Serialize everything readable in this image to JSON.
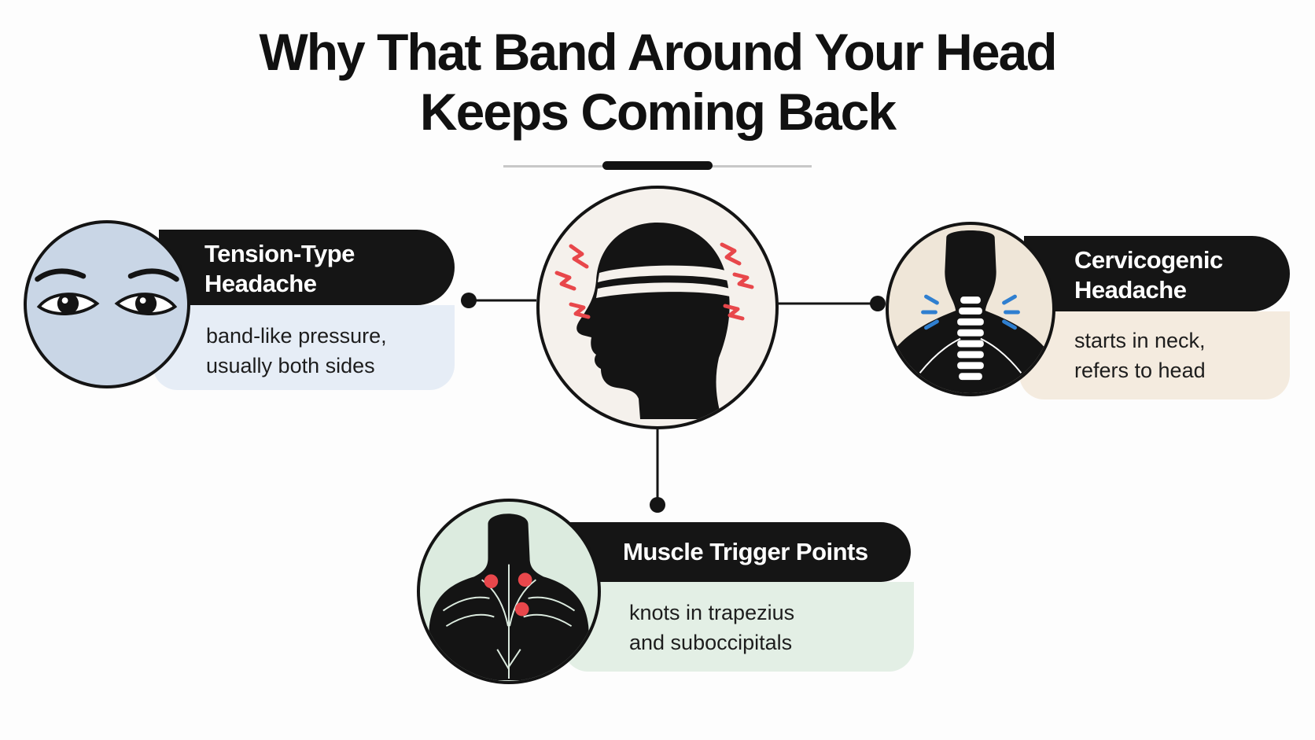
{
  "title": {
    "line1": "Why That Band Around Your Head",
    "line2": "Keeps Coming Back"
  },
  "center_icon": "head-with-band-icon",
  "nodes": [
    {
      "id": "tension",
      "title_lines": [
        "Tension-Type",
        "Headache"
      ],
      "desc_lines": [
        "band-like pressure,",
        "usually both sides"
      ],
      "icon": "eyes-icon",
      "circle_color": "#c9d6e6",
      "desc_color": "#e6edf6"
    },
    {
      "id": "cervicogenic",
      "title_lines": [
        "Cervicogenic",
        "Headache"
      ],
      "desc_lines": [
        "starts in neck,",
        "refers to head"
      ],
      "icon": "neck-spine-icon",
      "circle_color": "#efe6d8",
      "desc_color": "#f4ebdf"
    },
    {
      "id": "trigger",
      "title_lines": [
        "Muscle Trigger Points"
      ],
      "desc_lines": [
        "knots in trapezius",
        "and suboccipitals"
      ],
      "icon": "back-muscles-icon",
      "circle_color": "#dcebdf",
      "desc_color": "#e3efe5"
    }
  ],
  "colors": {
    "dark": "#141414",
    "pain_red": "#e8474b",
    "pain_blue": "#2f7fd0",
    "center_bg": "#f5f1ec"
  }
}
